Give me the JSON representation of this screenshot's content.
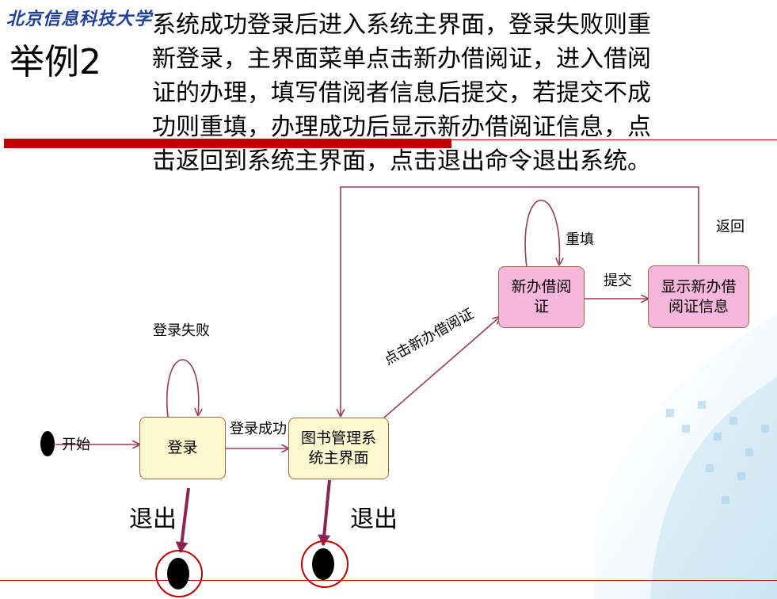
{
  "header": {
    "logo_text": "北京信息科技大学",
    "example_title": "举例2"
  },
  "description": {
    "lines": [
      "系统成功登录后进入系统主界面，登录失败则重",
      "新登录，主界面菜单点击新办借阅证，进入借阅",
      "证的办理，填写借阅者信息后提交，若提交不成",
      "功则重填，办理成功后显示新办借阅证信息，点",
      "击返回到系统主界面，点击退出命令退出系统。"
    ]
  },
  "diagram": {
    "start_label": "开始",
    "states": {
      "login": "登录",
      "main": [
        "图书管理系",
        "统主界面"
      ],
      "new_card": [
        "新办借阅",
        "证"
      ],
      "show_info": [
        "显示新办借",
        "阅证信息"
      ]
    },
    "transitions": {
      "login_failed": "登录失败",
      "login_success": "登录成功",
      "click_new_card": "点击新办借阅证",
      "refill": "重填",
      "submit": "提交",
      "return": "返回",
      "exit_login": "退出",
      "exit_main": "退出"
    }
  },
  "colors": {
    "accent_red": "#c00000",
    "arrow": "#9b3a5a",
    "state_yellow": "#fdf8cf",
    "state_pink": "#f7b6dc",
    "logo_blue": "#1f3f9a"
  }
}
